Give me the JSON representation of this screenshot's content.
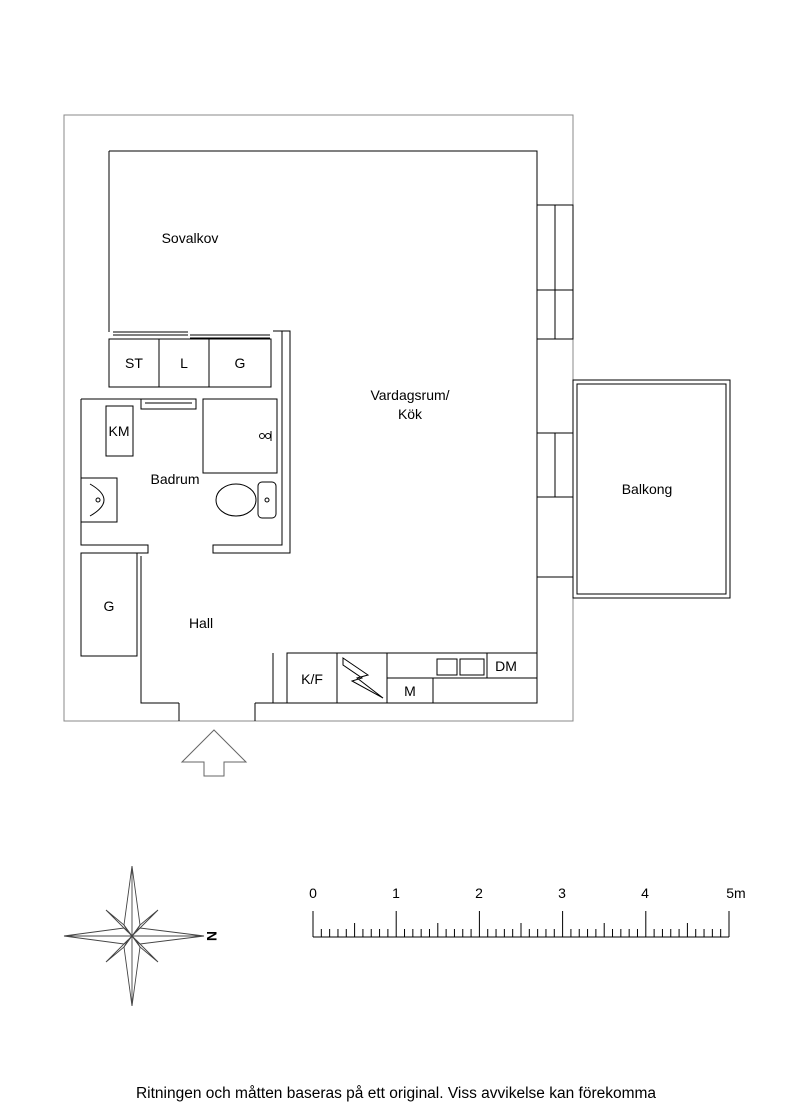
{
  "rooms": {
    "sovalkov": "Sovalkov",
    "vardagsrum_line1": "Vardagsrum/",
    "vardagsrum_line2": "Kök",
    "balkong": "Balkong",
    "badrum": "Badrum",
    "hall": "Hall"
  },
  "fixtures": {
    "st": "ST",
    "l": "L",
    "g_top": "G",
    "km": "KM",
    "g_hall": "G",
    "kf": "K/F",
    "m": "M",
    "dm": "DM"
  },
  "compass": {
    "north_letter": "N"
  },
  "scale": {
    "labels": [
      "0",
      "1",
      "2",
      "3",
      "4",
      "5m"
    ]
  },
  "disclaimer": "Ritningen och måtten baseras på ett original. Viss avvikelse kan förekomma"
}
